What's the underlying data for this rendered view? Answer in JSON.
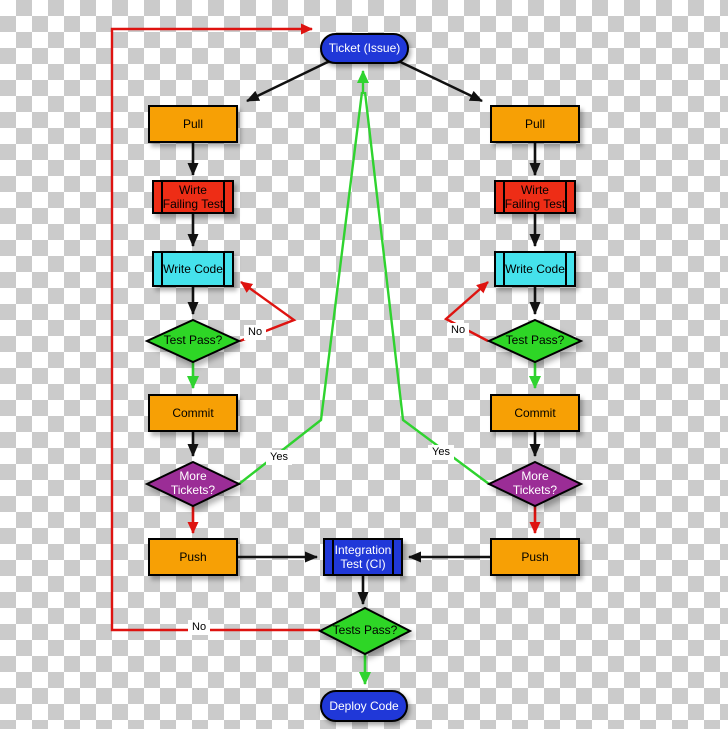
{
  "diagram": {
    "nodes": {
      "ticket": {
        "label": "Ticket (Issue)",
        "shape": "rounded",
        "color": "#2038D8"
      },
      "pull_left": {
        "label": "Pull",
        "shape": "rect",
        "color": "#F7A005"
      },
      "write_failing_test_left": {
        "label": "Wirte\nFailing Test",
        "shape": "predefined",
        "color": "#EE2D16"
      },
      "write_code_left": {
        "label": "Write Code",
        "shape": "predefined",
        "color": "#45E2EC"
      },
      "test_pass_left": {
        "label": "Test Pass?",
        "shape": "diamond",
        "color": "#2ED626"
      },
      "commit_left": {
        "label": "Commit",
        "shape": "rect",
        "color": "#F7A005"
      },
      "more_tickets_left": {
        "label": "More\nTickets?",
        "shape": "diamond",
        "color": "#9B2D96"
      },
      "push_left": {
        "label": "Push",
        "shape": "rect",
        "color": "#F7A005"
      },
      "pull_right": {
        "label": "Pull",
        "shape": "rect",
        "color": "#F7A005"
      },
      "write_failing_test_right": {
        "label": "Wirte\nFailing Test",
        "shape": "predefined",
        "color": "#EE2D16"
      },
      "write_code_right": {
        "label": "Write Code",
        "shape": "predefined",
        "color": "#45E2EC"
      },
      "test_pass_right": {
        "label": "Test Pass?",
        "shape": "diamond",
        "color": "#2ED626"
      },
      "commit_right": {
        "label": "Commit",
        "shape": "rect",
        "color": "#F7A005"
      },
      "more_tickets_right": {
        "label": "More\nTickets?",
        "shape": "diamond",
        "color": "#9B2D96"
      },
      "push_right": {
        "label": "Push",
        "shape": "rect",
        "color": "#F7A005"
      },
      "integration_test": {
        "label": "Integration\nTest (CI)",
        "shape": "predefined",
        "color": "#2038D8"
      },
      "tests_pass": {
        "label": "Tests Pass?",
        "shape": "diamond",
        "color": "#2ED626"
      },
      "deploy": {
        "label": "Deploy Code",
        "shape": "rounded",
        "color": "#2038D8"
      }
    },
    "edge_labels": {
      "no_left": "No",
      "no_right": "No",
      "yes_left": "Yes",
      "yes_right": "Yes",
      "no_loop_bottom": "No"
    },
    "colors": {
      "node_blue": "#2038D8",
      "node_orange": "#F7A005",
      "node_red": "#EE2D16",
      "node_cyan": "#45E2EC",
      "node_green": "#2ED626",
      "node_purple": "#9B2D96",
      "arrow_black": "#111111",
      "arrow_red": "#DE1310",
      "arrow_green": "#2FD32F",
      "checker_gray": "#CBCBCB"
    }
  }
}
